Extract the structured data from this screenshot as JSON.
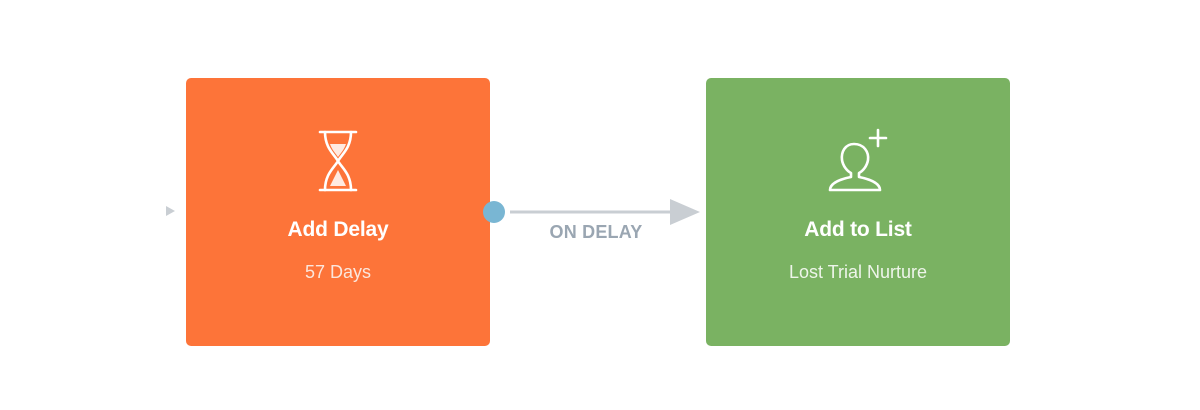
{
  "workflow": {
    "delay_node": {
      "icon": "hourglass-icon",
      "title": "Add Delay",
      "subtitle": "57 Days",
      "color": "#fd7439"
    },
    "connector": {
      "label": "ON DELAY",
      "port_color": "#79b6d3",
      "line_color": "#c9ced3"
    },
    "action_node": {
      "icon": "add-user-icon",
      "title": "Add to List",
      "subtitle": "Lost Trial Nurture",
      "color": "#7ab262"
    }
  }
}
